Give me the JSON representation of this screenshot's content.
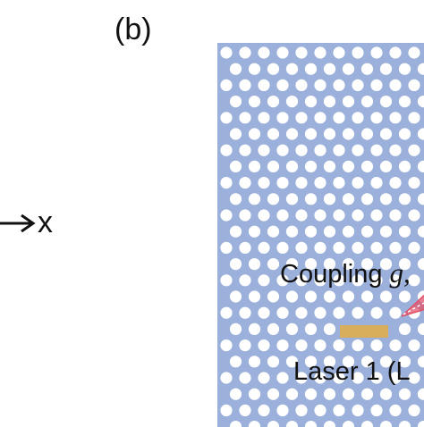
{
  "panel_label": "(b)",
  "axis": {
    "label": "x"
  },
  "crystal": {
    "background_color": "#9bb0da",
    "hole_color": "#ffffff",
    "cavity_color": "#d8ae5c",
    "coupling_arrow_color": "#e0526a"
  },
  "coupling": {
    "text": "Coupling ",
    "symbol": "g,"
  },
  "laser": {
    "caption": "Laser 1 (L"
  }
}
